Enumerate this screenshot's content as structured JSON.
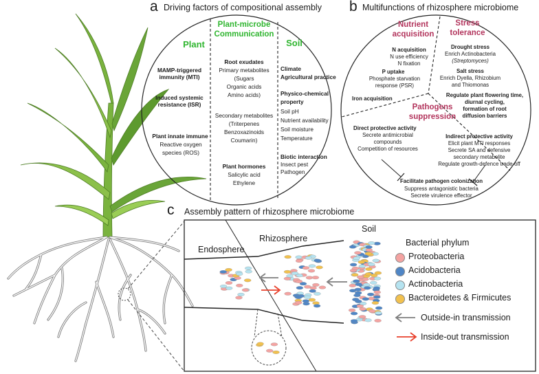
{
  "colors": {
    "proteobacteria": "#f4a3a1",
    "acidobacteria": "#4f86c6",
    "actinobacteria": "#b5e3f0",
    "bacteroidetes": "#f2c14e",
    "outside_in": "#7d7d7d",
    "inside_out": "#e8402b",
    "accent_green": "#2fb52f",
    "accent_maroon": "#b2345c"
  },
  "panel_a": {
    "letter": "a",
    "title": "Driving factors of compositional assembly",
    "plant": {
      "heading": "Plant",
      "lines": [
        "MAMP-triggered",
        "immunity (MTI)",
        "Induced systemic",
        "resistance (ISR)",
        "Plant innate immune",
        "Reactive oxygen",
        "species (ROS)"
      ]
    },
    "comm": {
      "heading_1": "Plant-microbe",
      "heading_2": "Communication",
      "root_exudates": "Root exudates",
      "re_lines": [
        "Primary metabolites",
        "(Sugars",
        "Organic acids",
        "Amino acids)"
      ],
      "sec_lines": [
        "Secondary metabolites",
        "(Triterpenes",
        "Benzoxazinoids",
        "Coumarin)"
      ],
      "hormones": "Plant hormones",
      "hormone_lines": [
        "Salicylic acid",
        "Ethylene"
      ]
    },
    "soil": {
      "heading": "Soil",
      "climate": "Climate",
      "agri": "Agricultural practice",
      "physchem_1": "Physico-chemical",
      "physchem_2": "property",
      "phys_lines": [
        "Soil pH",
        "Nutrient availability",
        "Soil moisture",
        "Temperature"
      ],
      "biotic": "Biotic interaction",
      "biotic_lines": [
        "Insect pest",
        "Pathogen"
      ]
    }
  },
  "panel_b": {
    "letter": "b",
    "title": "Multifunctions of rhizosphere microbiome",
    "nutrient": {
      "heading_1": "Nutrient",
      "heading_2": "acquisition",
      "n_acq": "N acquisition",
      "n_lines": [
        "N use efficiency",
        "N fixation"
      ],
      "p_uptake": "P uptake",
      "p_lines": [
        "Phosphate starvation",
        "response (PSR)"
      ],
      "iron": "Iron acquisition"
    },
    "stress": {
      "heading_1": "Stress",
      "heading_2": "tolerance",
      "drought": "Drought stress",
      "drought_1": "Enrich Actinobacteria",
      "drought_2": "(Streptomyces)",
      "salt": "Salt stress",
      "salt_1": "Enrich Dyella, Rhizobium",
      "salt_2": "and Thiomonas",
      "reg_lines": [
        "Regulate plant flowering time,",
        "diurnal cycling,",
        "formation of root",
        "diffusion barriers"
      ]
    },
    "pathogen": {
      "heading_1": "Pathogens",
      "heading_2": "suppression",
      "direct": "Direct protective activity",
      "direct_lines": [
        "Secrete antimicrobial",
        "compounds",
        "Competition of resources"
      ],
      "indirect": "Indirect protective activity",
      "indirect_lines": [
        "Elicit plant MTI responses",
        "Secrete SA and defensive",
        "secondary metabolite",
        "Regulate growth-defence trade-off"
      ],
      "facilitate": "Facilitate pathogen colonization",
      "facilitate_lines": [
        "Suppress antagonistic bacteria",
        "Secrete virulence effector"
      ]
    }
  },
  "panel_c": {
    "letter": "c",
    "title": "Assembly pattern of rhizosphere microbiome",
    "endosphere": "Endosphere",
    "rhizosphere": "Rhizosphere",
    "soil": "Soil",
    "legend_title": "Bacterial phylum",
    "legend": [
      "Proteobacteria",
      "Acidobacteria",
      "Actinobacteria",
      "Bacteroidetes & Firmicutes"
    ],
    "outside_in": "Outside-in transmission",
    "inside_out": "Inside-out transmission"
  }
}
